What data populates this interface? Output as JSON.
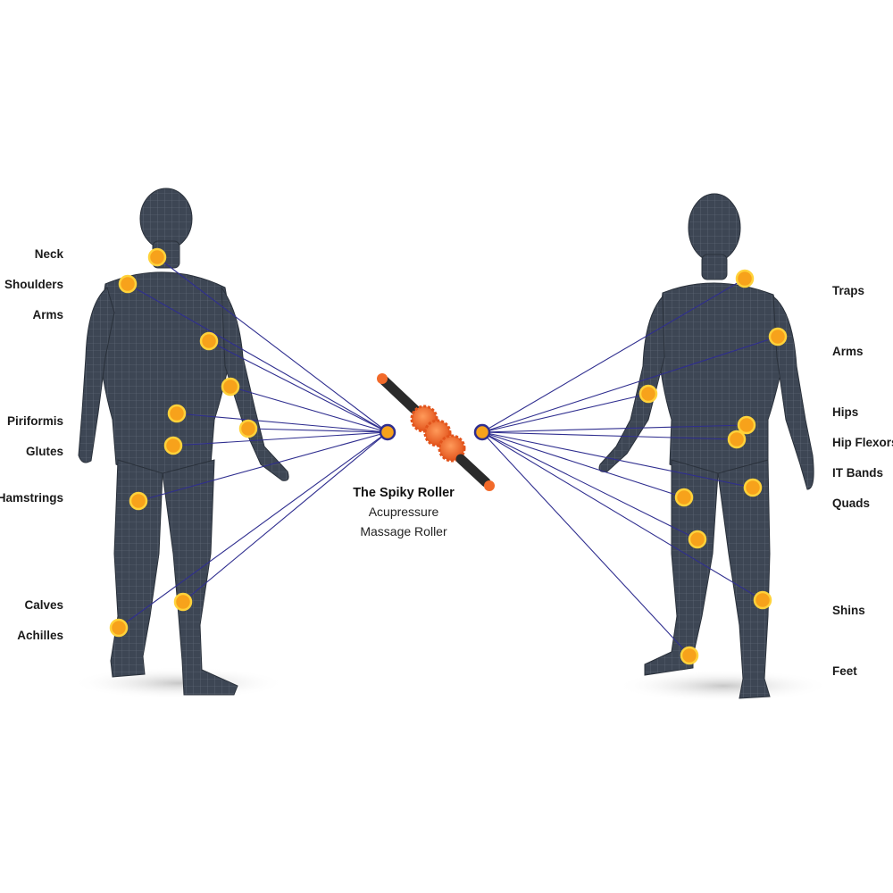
{
  "product": {
    "title": "The Spiky Roller",
    "subtitle_line1": "Acupressure",
    "subtitle_line2": "Massage Roller"
  },
  "back_view": {
    "labels": {
      "neck": "Neck",
      "shoulders": "Shoulders",
      "arms": "Arms",
      "piriformis": "Piriformis",
      "glutes": "Glutes",
      "hamstrings": "Hamstrings",
      "calves": "Calves",
      "achilles": "Achilles"
    }
  },
  "front_view": {
    "labels": {
      "traps": "Traps",
      "arms": "Arms",
      "hips": "Hips",
      "hip_flexors": "Hip Flexors",
      "it_bands": "IT Bands",
      "quads": "Quads",
      "shins": "Shins",
      "feet": "Feet"
    }
  },
  "colors": {
    "body": "#3d4654",
    "mesh": "#8a94a3",
    "point_fill": "#f7a21b",
    "point_ring": "#ffd23a",
    "connector": "#2f2e8f",
    "roller_spikes": "#f26a2a",
    "roller_handle": "#2b2b2b"
  }
}
